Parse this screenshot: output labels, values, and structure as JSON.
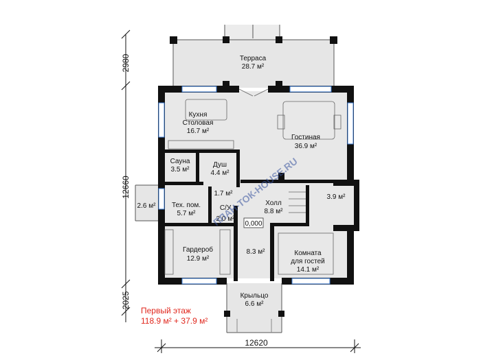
{
  "dimensions": {
    "left_top": "2980",
    "left_middle": "12660",
    "left_bottom": "2025",
    "bottom_width": "12620"
  },
  "rooms": {
    "terrace": {
      "name": "Терраса",
      "area": "28.7 м²"
    },
    "kitchen": {
      "name1": "Кухня",
      "name2": "Столовая",
      "area": "16.7 м²"
    },
    "living": {
      "name": "Гостиная",
      "area": "36.9 м²"
    },
    "sauna": {
      "name": "Сауна",
      "area": "3.5 м²"
    },
    "shower": {
      "name": "Душ",
      "area": "4.4 м²"
    },
    "small_a": {
      "area": "1.7 м²"
    },
    "tech": {
      "name": "Тех. пом.",
      "area": "5.7 м²"
    },
    "wc": {
      "name": "С/У",
      "area": "2.0 м²"
    },
    "hall": {
      "name": "Холл",
      "area": "8.8 м²"
    },
    "stair_room": {
      "area": "3.9 м²"
    },
    "outside_left": {
      "area": "2.6 м²"
    },
    "wardrobe": {
      "name": "Гардероб",
      "area": "12.9 м²"
    },
    "corridor": {
      "area": "8.3 м²"
    },
    "guest": {
      "name1": "Комната",
      "name2": "для гостей",
      "area": "14.1 м²"
    },
    "porch": {
      "name": "Крыльцо",
      "area": "6.6 м²"
    }
  },
  "level_mark": "0,000",
  "floor_caption": {
    "title": "Первый этаж",
    "area": "118.9  м² + 37.9 м²"
  },
  "watermark": "ПЛАН-ТОК-HOUSE.RU",
  "colors": {
    "wall": "#111111",
    "floor": "#e8e8e8",
    "window": "#3a7bd5",
    "caption": "#e0261c"
  }
}
